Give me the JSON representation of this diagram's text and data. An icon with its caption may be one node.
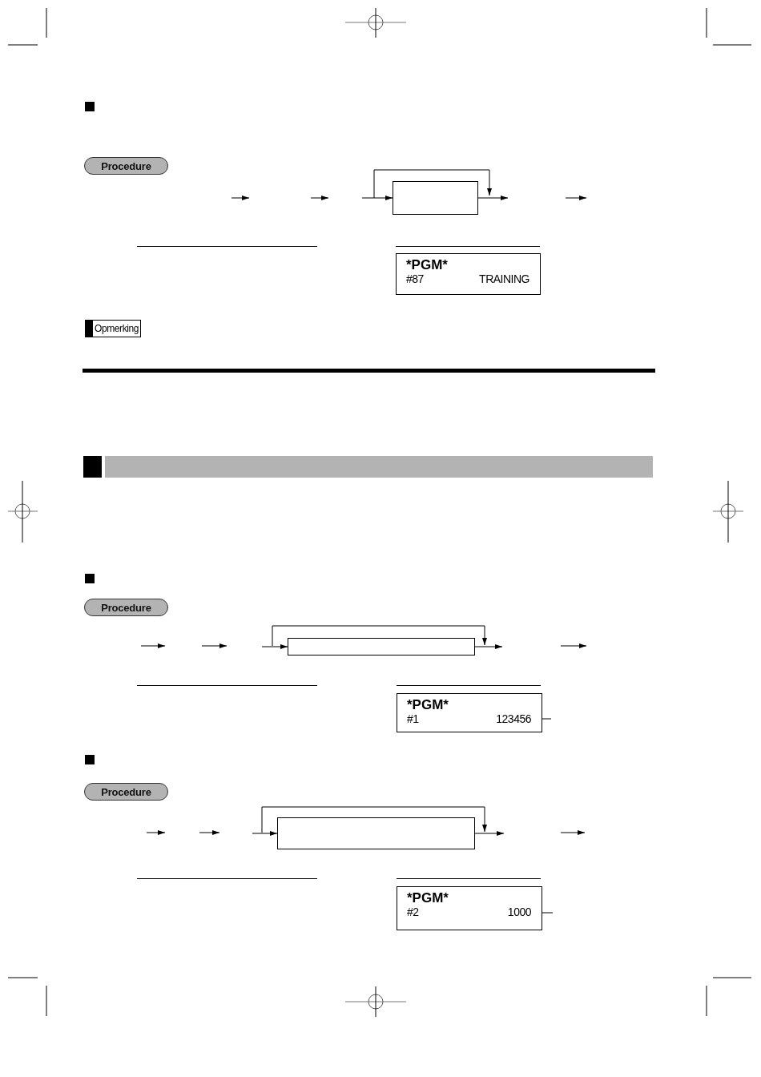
{
  "diagram": {
    "nodes": [
      {
        "text": [
          "Procedure"
        ]
      },
      {
        "text": [],
        "shape": "box"
      },
      {
        "text": [
          "*PGM*",
          "#87",
          "TRAINING"
        ]
      },
      {
        "text": [
          "Opmerking"
        ]
      },
      {
        "text": [],
        "shape": "bar"
      },
      {
        "text": [
          "Procedure"
        ]
      },
      {
        "text": [],
        "shape": "box"
      },
      {
        "text": [
          "*PGM*",
          "#1",
          "123456"
        ]
      },
      {
        "text": [
          "Procedure"
        ]
      },
      {
        "text": [],
        "shape": "box"
      },
      {
        "text": [
          "*PGM*",
          "#2",
          "1000"
        ]
      }
    ],
    "edges": [
      {
        "from": null,
        "to": 1,
        "arrow": "to"
      },
      {
        "from": 1,
        "to": null,
        "arrow": "to"
      },
      {
        "from": null,
        "to": 6,
        "arrow": "to"
      },
      {
        "from": 6,
        "to": null,
        "arrow": "to"
      },
      {
        "from": 7,
        "to": null,
        "arrow": "none"
      },
      {
        "from": null,
        "to": 9,
        "arrow": "to"
      },
      {
        "from": 9,
        "to": null,
        "arrow": "to"
      },
      {
        "from": 10,
        "to": null,
        "arrow": "none"
      }
    ]
  }
}
